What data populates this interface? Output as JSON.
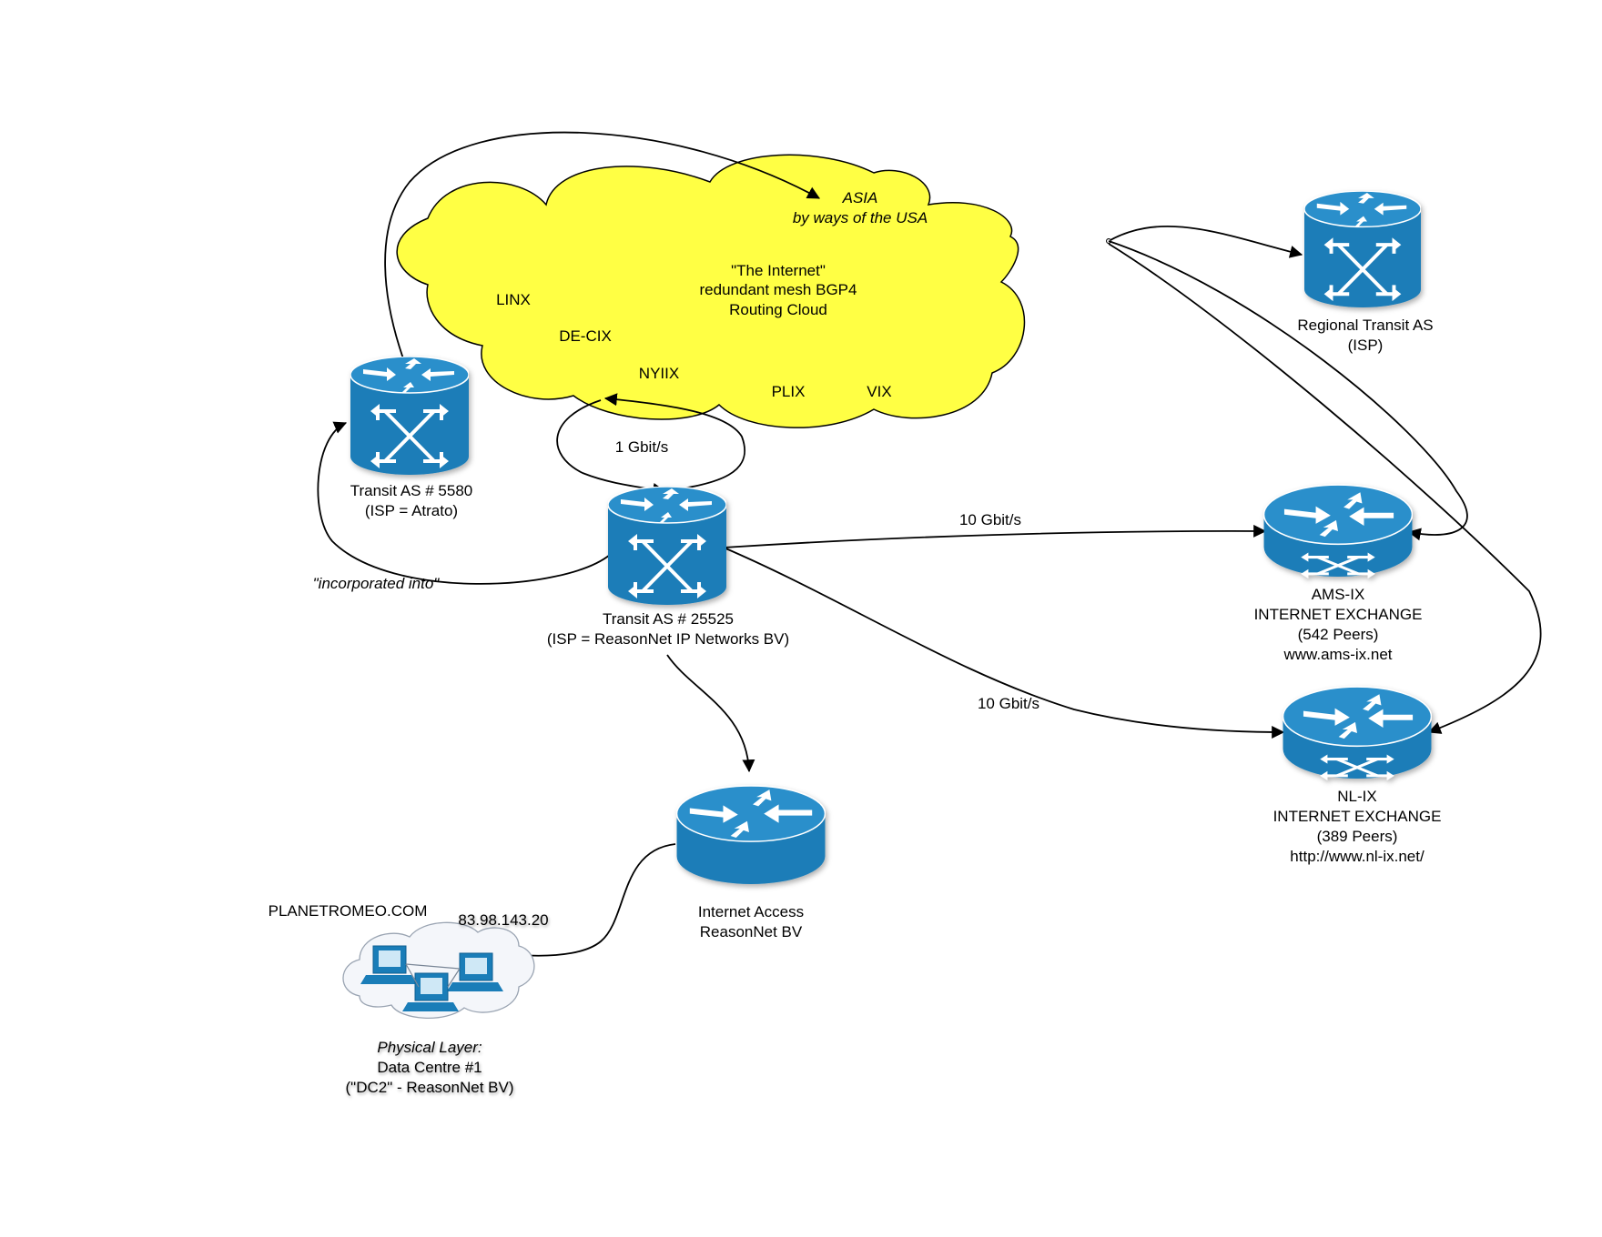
{
  "cloud": {
    "asia_line1": "ASIA",
    "asia_line2": "by ways of the USA",
    "title_line1": "\"The Internet\"",
    "title_line2": "redundant mesh BGP4",
    "title_line3": "Routing Cloud",
    "exchanges": [
      "LINX",
      "DE-CIX",
      "NYIIX",
      "PLIX",
      "VIX"
    ]
  },
  "nodes": {
    "transit_5580": {
      "line1": "Transit AS # 5580",
      "line2": "(ISP = Atrato)"
    },
    "regional_transit": {
      "line1": "Regional Transit AS",
      "line2": "(ISP)"
    },
    "transit_25525": {
      "line1": "Transit AS # 25525",
      "line2": "(ISP = ReasonNet IP Networks BV)"
    },
    "ams_ix": {
      "line1": "AMS-IX",
      "line2": "INTERNET EXCHANGE",
      "line3": "(542 Peers)",
      "line4": "www.ams-ix.net"
    },
    "nl_ix": {
      "line1": "NL-IX",
      "line2": "INTERNET EXCHANGE",
      "line3": "(389 Peers)",
      "line4": "http://www.nl-ix.net/"
    },
    "internet_access": {
      "line1": "Internet Access",
      "line2": "ReasonNet BV"
    },
    "datacentre": {
      "domain": "PLANETROMEO.COM",
      "ip": "83.98.143.20",
      "line1": "Physical Layer:",
      "line2": "Data Centre #1",
      "line3": "(\"DC2\" - ReasonNet BV)"
    }
  },
  "links": {
    "cloud_to_25525": "1 Gbit/s",
    "to_ams_ix": "10 Gbit/s",
    "to_nl_ix": "10 Gbit/s",
    "incorporated": "\"incorporated into\""
  },
  "colors": {
    "cloud_fill": "#ffff44",
    "router_blue": "#1a7db8",
    "router_dark": "#0e5f91"
  }
}
